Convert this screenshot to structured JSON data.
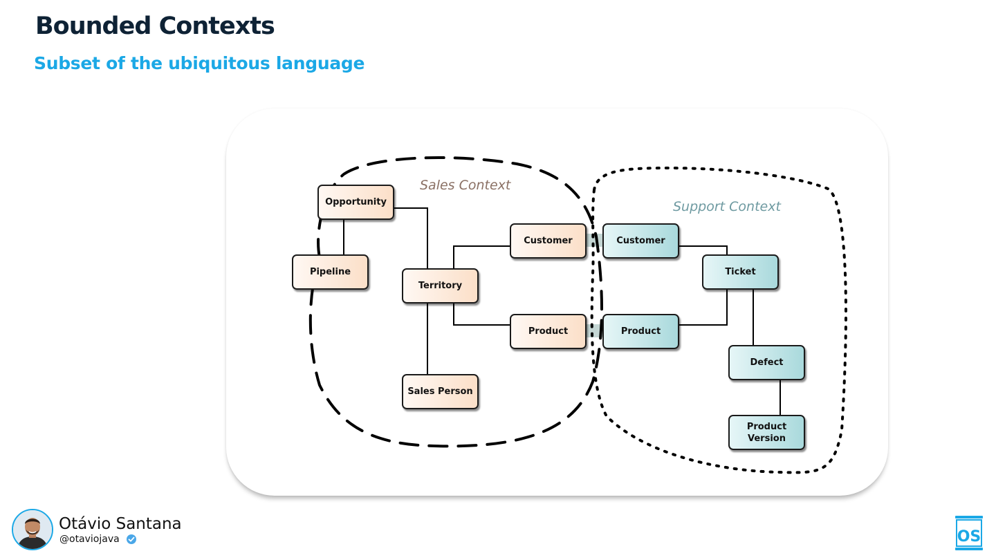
{
  "slide": {
    "title": "Bounded Contexts",
    "subtitle": "Subset of the ubiquitous language"
  },
  "diagram": {
    "contexts": [
      {
        "id": "sales",
        "label": "Sales Context",
        "border_style": "dashed",
        "color": "#8a7064"
      },
      {
        "id": "support",
        "label": "Support Context",
        "border_style": "dotted",
        "color": "#6e9aa1"
      }
    ],
    "entities": [
      {
        "id": "opportunity",
        "context": "sales",
        "label": "Opportunity"
      },
      {
        "id": "pipeline",
        "context": "sales",
        "label": "Pipeline"
      },
      {
        "id": "territory",
        "context": "sales",
        "label": "Territory"
      },
      {
        "id": "sales_customer",
        "context": "sales",
        "label": "Customer"
      },
      {
        "id": "sales_product",
        "context": "sales",
        "label": "Product"
      },
      {
        "id": "sales_person",
        "context": "sales",
        "label": "Sales Person"
      },
      {
        "id": "support_customer",
        "context": "support",
        "label": "Customer"
      },
      {
        "id": "support_product",
        "context": "support",
        "label": "Product"
      },
      {
        "id": "ticket",
        "context": "support",
        "label": "Ticket"
      },
      {
        "id": "defect",
        "context": "support",
        "label": "Defect"
      },
      {
        "id": "product_version",
        "context": "support",
        "label": "Product Version"
      }
    ],
    "relationships": [
      {
        "from": "opportunity",
        "to": "pipeline"
      },
      {
        "from": "opportunity",
        "to": "territory"
      },
      {
        "from": "territory",
        "to": "sales_customer"
      },
      {
        "from": "territory",
        "to": "sales_product"
      },
      {
        "from": "territory",
        "to": "sales_person"
      },
      {
        "from": "support_customer",
        "to": "ticket"
      },
      {
        "from": "support_product",
        "to": "ticket"
      },
      {
        "from": "ticket",
        "to": "defect"
      },
      {
        "from": "defect",
        "to": "product_version"
      }
    ],
    "cross_context_links": [
      {
        "from": "sales_customer",
        "to": "support_customer"
      },
      {
        "from": "sales_product",
        "to": "support_product"
      }
    ],
    "colors": {
      "sales_fill": "#fbdfc8",
      "support_fill": "#a9d9dc",
      "link_bridge": "#c4d6d4"
    }
  },
  "footer": {
    "author_name": "Otávio Santana",
    "handle": "@otaviojava",
    "verified_icon": "verified-badge-icon",
    "logo_icon": "os-logo-icon",
    "accent": "#1ba8e6"
  }
}
